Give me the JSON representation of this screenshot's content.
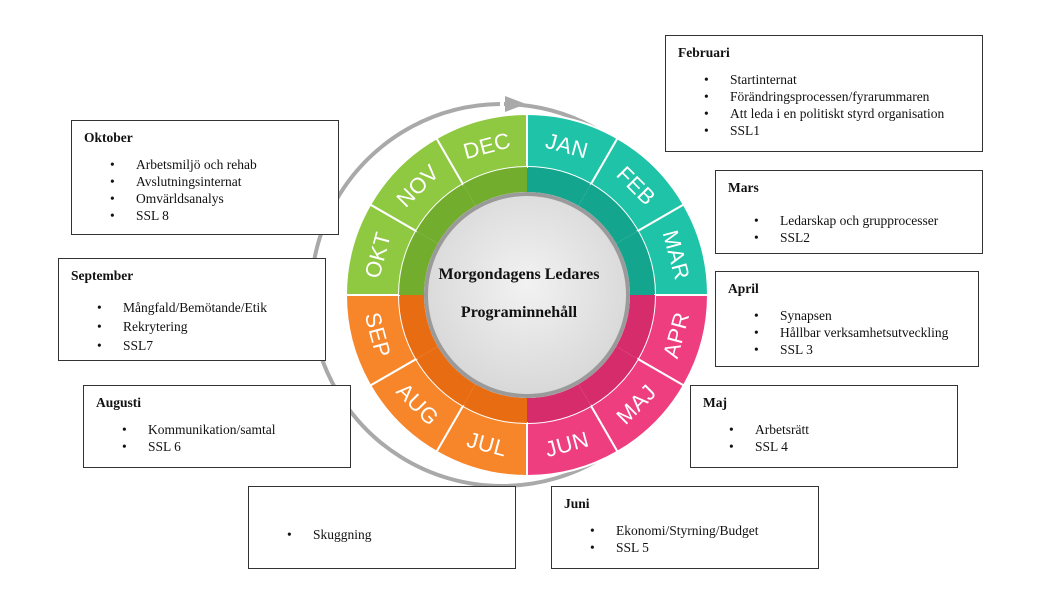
{
  "center": {
    "line1": "Morgondagens Ledares",
    "line2": "Programinnehåll"
  },
  "months": [
    {
      "label": "JAN",
      "color": "#1ec3a8",
      "inner": "#14a58e"
    },
    {
      "label": "FEB",
      "color": "#1ec3a8",
      "inner": "#14a58e"
    },
    {
      "label": "MAR",
      "color": "#1ec3a8",
      "inner": "#14a58e"
    },
    {
      "label": "APR",
      "color": "#ee3e7f",
      "inner": "#d62c6c"
    },
    {
      "label": "MAJ",
      "color": "#ee3e7f",
      "inner": "#d62c6c"
    },
    {
      "label": "JUN",
      "color": "#ee3e7f",
      "inner": "#d62c6c"
    },
    {
      "label": "JUL",
      "color": "#f7862b",
      "inner": "#e86d12"
    },
    {
      "label": "AUG",
      "color": "#f7862b",
      "inner": "#e86d12"
    },
    {
      "label": "SEP",
      "color": "#f7862b",
      "inner": "#e86d12"
    },
    {
      "label": "OKT",
      "color": "#8fc841",
      "inner": "#72ad2e"
    },
    {
      "label": "NOV",
      "color": "#8fc841",
      "inner": "#72ad2e"
    },
    {
      "label": "DEC",
      "color": "#8fc841",
      "inner": "#72ad2e"
    }
  ],
  "boxes": {
    "februari": {
      "title": "Februari",
      "items": [
        "Startinternat",
        "Förändringsprocessen/fyrarummaren",
        "Att leda i en politiskt styrd organisation",
        "SSL1"
      ]
    },
    "mars": {
      "title": "Mars",
      "items": [
        "Ledarskap och grupprocesser",
        "SSL2"
      ]
    },
    "april": {
      "title": "April",
      "items": [
        "Synapsen",
        "Hållbar verksamhetsutveckling",
        "SSL 3"
      ]
    },
    "maj": {
      "title": "Maj",
      "items": [
        "Arbetsrätt",
        "SSL 4"
      ]
    },
    "juni": {
      "title": "Juni",
      "items": [
        "Ekonomi/Styrning/Budget",
        "SSL 5"
      ]
    },
    "skuggning": {
      "title": "",
      "items": [
        "Skuggning"
      ]
    },
    "augusti": {
      "title": "Augusti",
      "items": [
        "Kommunikation/samtal",
        "SSL 6"
      ]
    },
    "september": {
      "title": "September",
      "items": [
        "Mångfald/Bemötande/Etik",
        "Rekrytering",
        "SSL7"
      ]
    },
    "oktober": {
      "title": "Oktober",
      "items": [
        "Arbetsmiljö och rehab",
        "Avslutningsinternat",
        "Omvärldsanalys",
        "SSL 8"
      ]
    }
  }
}
